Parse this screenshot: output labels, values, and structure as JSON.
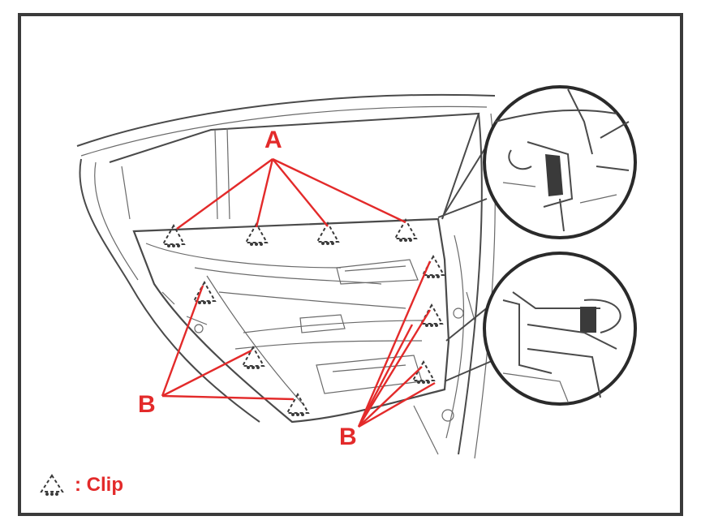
{
  "labels": {
    "a": "A",
    "b_left": "B",
    "b_right": "B"
  },
  "legend": {
    "text": ": Clip",
    "icon": "clip-triangle-icon"
  },
  "colors": {
    "accent": "#e32a2a",
    "line": "#4a4a4a",
    "frame": "#3a3a3a"
  }
}
